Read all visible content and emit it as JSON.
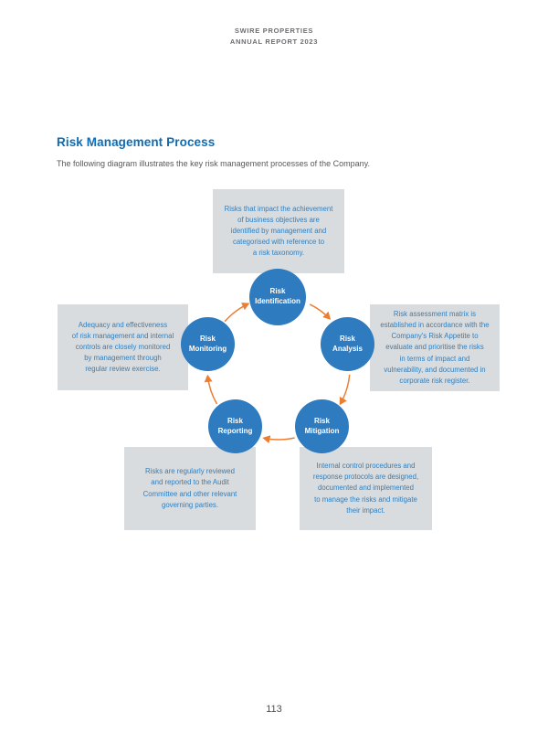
{
  "page": {
    "header_line1": "SWIRE PROPERTIES",
    "header_line2": "ANNUAL REPORT 2023",
    "page_number": "113"
  },
  "section": {
    "title": "Risk Management Process",
    "intro": "The following diagram illustrates the key risk management processes of the Company."
  },
  "diagram": {
    "flow_order": [
      "Risk Identification",
      "Risk Analysis",
      "Risk Mitigation",
      "Risk Reporting",
      "Risk Monitoring"
    ],
    "steps": [
      {
        "id": "identification",
        "label": "Risk\nIdentification",
        "description": "Risks that impact the achievement\nof business objectives are\nidentified by management and\ncategorised with reference to\na risk taxonomy."
      },
      {
        "id": "analysis",
        "label": "Risk\nAnalysis",
        "description": "Risk assessment matrix is\nestablished in accordance with the\nCompany's Risk Appetite to\nevaluate and prioritise the risks\nin terms of impact and\nvulnerability, and documented in\ncorporate risk register."
      },
      {
        "id": "mitigation",
        "label": "Risk\nMitigation",
        "description": "Internal control procedures and\nresponse protocols are designed,\ndocumented and implemented\nto manage the risks and mitigate\ntheir impact."
      },
      {
        "id": "reporting",
        "label": "Risk\nReporting",
        "description": "Risks are regularly reviewed\nand reported to the Audit\nCommittee and other relevant\ngoverning parties."
      },
      {
        "id": "monitoring",
        "label": "Risk\nMonitoring",
        "description": "Adequacy and effectiveness\nof risk management and internal\ncontrols are closely monitored\nby management through\nregular review exercise."
      }
    ],
    "colors": {
      "circle_blue": "#2e7bbf",
      "box_gray": "#d9dcde",
      "box_text_blue": "#2e7fc0",
      "arrow_orange": "#ed7d31",
      "title_blue": "#0d6cb5"
    }
  }
}
